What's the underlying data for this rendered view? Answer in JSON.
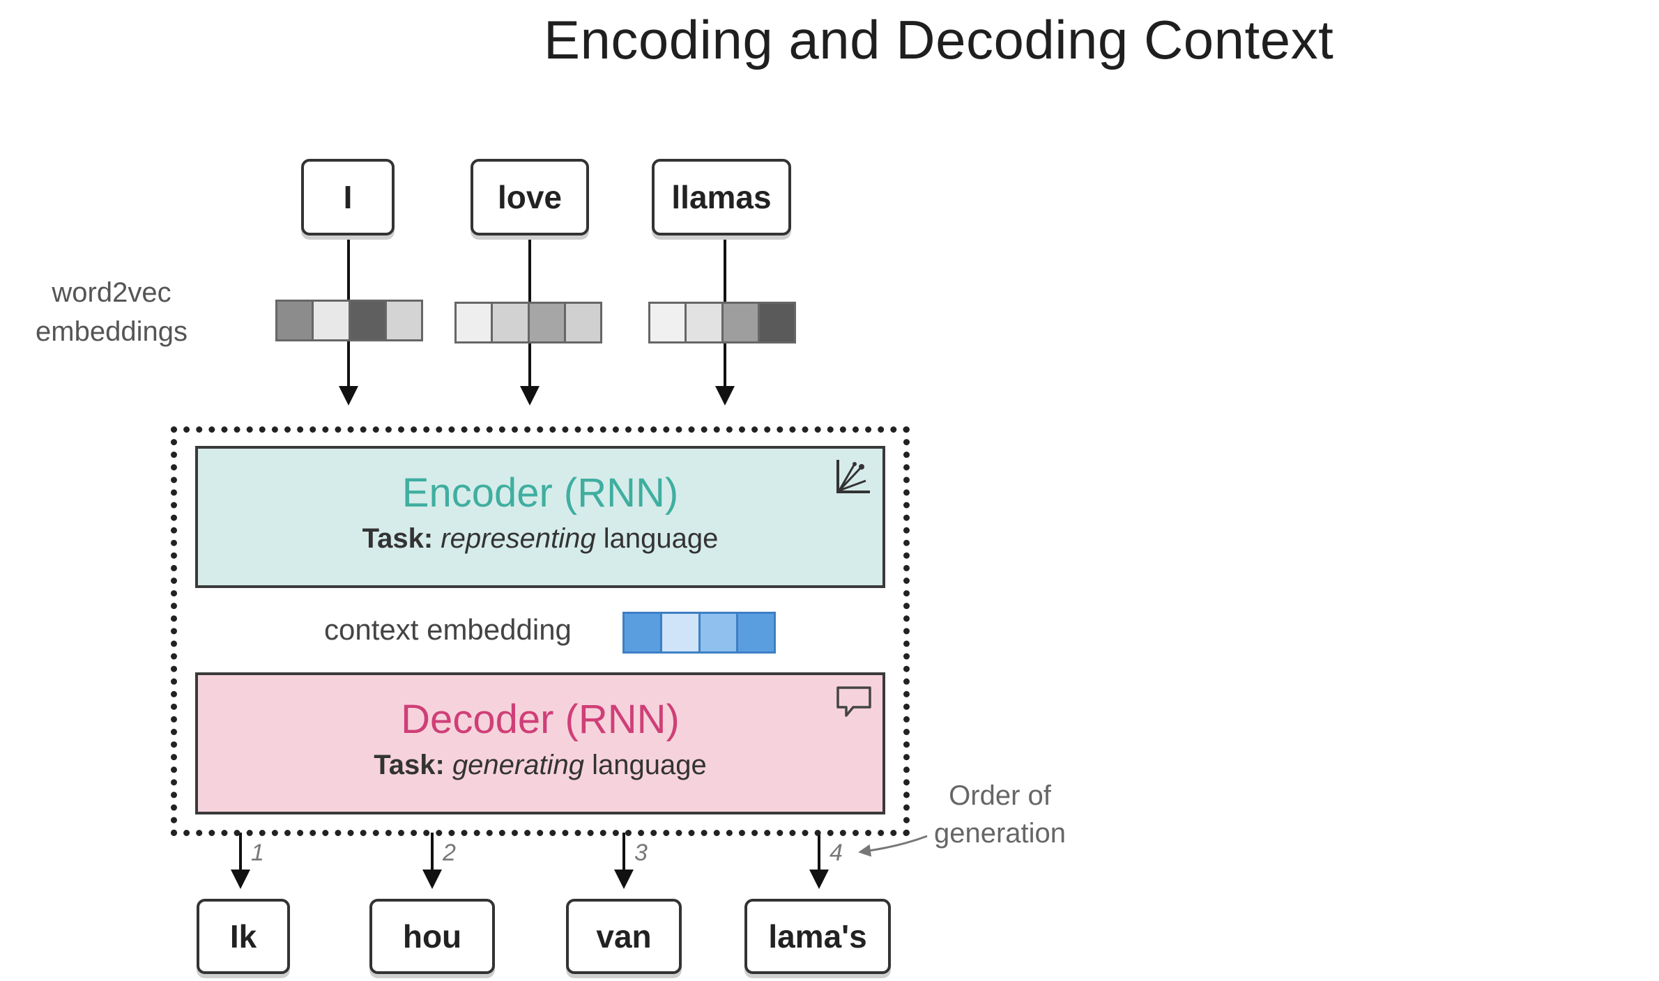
{
  "title": "Encoding and Decoding Context",
  "input_tokens": [
    "I",
    "love",
    "llamas"
  ],
  "embeddings_label": [
    "word2vec",
    "embeddings"
  ],
  "word_vectors": [
    [
      "#8c8c8c",
      "#e8e8e8",
      "#5f5f5f",
      "#d4d4d4"
    ],
    [
      "#eeeeee",
      "#d2d2d2",
      "#a6a6a6",
      "#d0d0d0"
    ],
    [
      "#f0f0f0",
      "#e2e2e2",
      "#9e9e9e",
      "#5a5a5a"
    ]
  ],
  "encoder": {
    "name": "Encoder",
    "model": "(RNN)",
    "task_prefix": "Task:",
    "task_verb": "representing",
    "task_object": "language",
    "color": "#3fae9f",
    "icon": "chart-icon"
  },
  "context": {
    "label": "context embedding",
    "colors": [
      "#5b9ee0",
      "#cfe4f8",
      "#8fc0ee",
      "#5b9ee0"
    ]
  },
  "decoder": {
    "name": "Decoder",
    "model": "(RNN)",
    "task_prefix": "Task:",
    "task_verb": "generating",
    "task_object": "language",
    "color": "#cf3f77",
    "icon": "speech-bubble-icon"
  },
  "output_tokens": [
    "Ik",
    "hou",
    "van",
    "lama's"
  ],
  "order_numbers": [
    "1",
    "2",
    "3",
    "4"
  ],
  "order_label": [
    "Order of",
    "generation"
  ]
}
